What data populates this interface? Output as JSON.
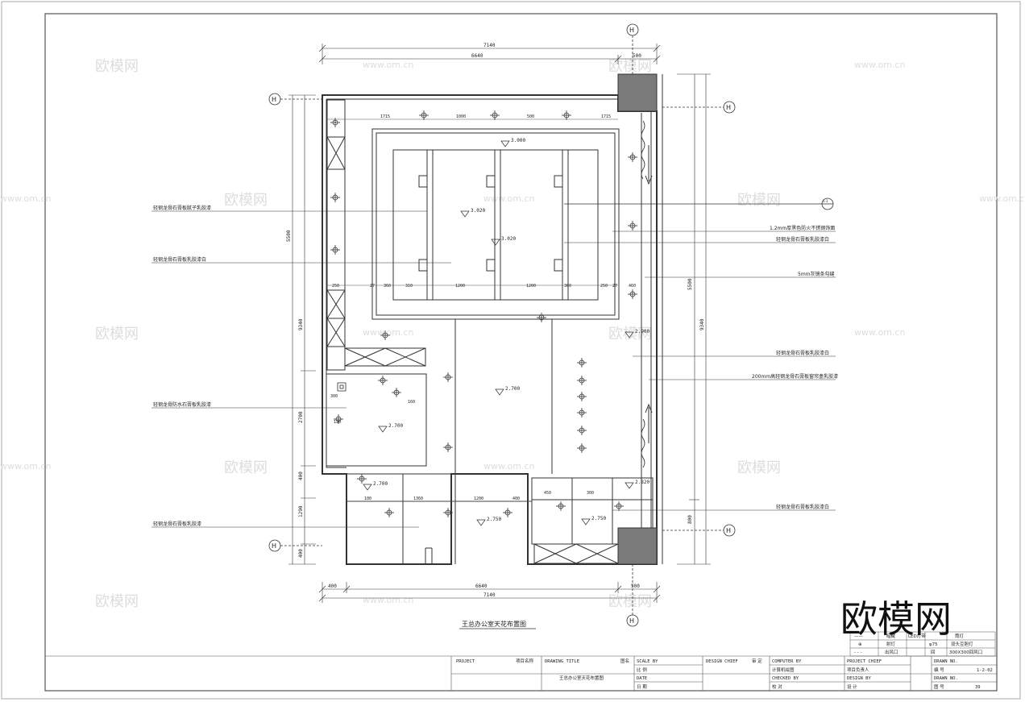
{
  "drawing": {
    "title": "王总办公室天花布置图",
    "axis_labels": {
      "top": "H",
      "bottom": "H",
      "left_top": "H",
      "left_bottom": "H",
      "right_top": "H",
      "right_bottom": "H"
    },
    "top_dims": {
      "overall": "7140",
      "left": "6640",
      "right": "500"
    },
    "bottom_dims": {
      "left": "400",
      "mid": "6640",
      "right": "500",
      "overall": "7140"
    },
    "left_dims": {
      "upper": "5500",
      "overall": "9340",
      "mid": "2700",
      "a": "400",
      "b": "1290",
      "c": "400"
    },
    "right_dims": {
      "upper": "5500",
      "overall": "9340",
      "lower": "800"
    },
    "heights": [
      "3.000",
      "3.020",
      "3.020",
      "2.700",
      "2.700",
      "2.900",
      "2.700",
      "2.750",
      "2.750",
      "2.820"
    ],
    "left_notes": [
      "轻钢龙骨石膏板腻子乳胶漆",
      "轻钢龙骨石膏板乳胶漆白",
      "轻钢龙骨防水石膏板乳胶漆",
      "轻钢龙骨石膏板乳胶漆"
    ],
    "right_notes": [
      "1.2mm厚黑色防火不锈钢饰面",
      "轻钢龙骨石膏板乳胶漆白",
      "5mm灰镜条勾缝",
      "轻钢龙骨石膏板乳胶漆白",
      "200mm高轻钢龙骨石膏板窗帘盒乳胶漆",
      "轻钢龙骨石膏板乳胶漆白"
    ],
    "section_tag": "1-1",
    "ceiling_dims": [
      "1715",
      "1000",
      "500",
      "1715",
      "250",
      "27",
      "360",
      "310",
      "1200",
      "1200",
      "360",
      "250",
      "27",
      "460"
    ],
    "small_dims": [
      "100",
      "1360",
      "1200",
      "400",
      "160",
      "120",
      "300",
      "450",
      "300"
    ]
  },
  "legend": {
    "rows": [
      {
        "symbol": "——",
        "name": "暗藏",
        "code": "LED灯带",
        "note": "筒灯"
      },
      {
        "symbol": "⊕",
        "name": "射灯",
        "code": "φ75",
        "note": "双头豆胆灯"
      },
      {
        "symbol": "- - -",
        "name": "出风口",
        "code": "回",
        "note": "300X300回风口"
      }
    ]
  },
  "title_block": {
    "project_label": "PROJECT",
    "project_cn": "项目名称",
    "drawing_title_label": "DRAWING TITLE",
    "drawing_title_cn": "图名",
    "drawing_title_value": "王总办公室天花布置图",
    "scale_label": "SCALE BY",
    "scale_cn": "比 例",
    "date_label": "DATE",
    "date_cn": "日 期",
    "design_chief_label": "DESIGN CHIEF",
    "design_chief_cn": "审 定",
    "computer_label": "COMPUTER BY",
    "computer_cn": "计算机绘图",
    "checked_label": "CHECKED BY",
    "checked_cn": "校 对",
    "project_chief_label": "PROJECT CHIEF",
    "project_chief_cn": "项目负责人",
    "design_by_label": "DESIGN BY",
    "design_by_cn": "设 计",
    "drawn_no_label": "DRAWN NO.",
    "drawn_no_cn": "编 号",
    "drawn_no_value": "1-2-02",
    "drawing_no_label": "DRAWN NO.",
    "drawing_no_cn": "图 号",
    "drawing_no_value": "39"
  },
  "watermark": {
    "brand": "欧模网",
    "url": "www.om.cn",
    "big": "欧模网"
  }
}
